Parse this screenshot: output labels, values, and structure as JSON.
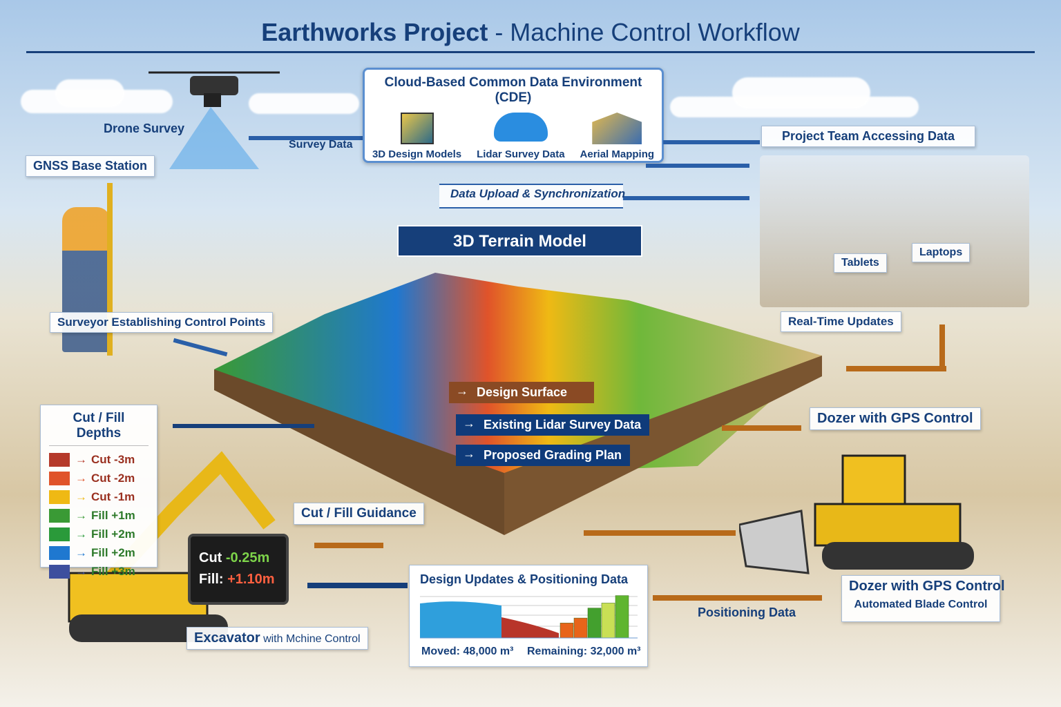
{
  "title": {
    "bold": "Earthworks Project",
    "rest": " - Machine Control Workflow"
  },
  "cde": {
    "title": "Cloud-Based Common Data Environment (CDE)",
    "items": [
      {
        "label": "3D Design Models",
        "icon": "cube-icon"
      },
      {
        "label": "Lidar Survey Data",
        "icon": "cloud-icon"
      },
      {
        "label": "Aerial Mapping",
        "icon": "map-icon"
      }
    ]
  },
  "labels": {
    "drone": "Drone Survey",
    "survey_data": "Survey Data",
    "gnss": "GNSS Base Station",
    "upload": "Data Upload & Synchronization",
    "terrain": "3D Terrain Model",
    "team": "Project Team Accessing Data",
    "tablets": "Tablets",
    "laptops": "Laptops",
    "realtime": "Real-Time Updates",
    "surveyor": "Surveyor Establishing Control Points",
    "guidance": "Cut / Fill Guidance",
    "positioning": "Positioning Data",
    "dozer_top": "Dozer with GPS Control",
    "dozer_bottom": "Dozer with GPS Control",
    "blade": "Automated Blade Control",
    "excavator_bold": "Excavator",
    "excavator_rest": " with Mchine Control"
  },
  "terrain_tags": [
    "Design Surface",
    "Existing Lidar Survey Data",
    "Proposed Grading Plan"
  ],
  "legend": {
    "title": "Cut / Fill Depths",
    "items": [
      {
        "label": "Cut -3m",
        "color": "#b5392a"
      },
      {
        "label": "Cut -2m",
        "color": "#e0532a"
      },
      {
        "label": "Cut -1m",
        "color": "#efb914"
      },
      {
        "label": "Fill +1m",
        "color": "#3a9a35"
      },
      {
        "label": "Fill +2m",
        "color": "#2a9a3a"
      },
      {
        "label": "Fill +2m",
        "color": "#1f78d0"
      },
      {
        "label": "Fill +3m",
        "color": "#3d4f9e"
      }
    ]
  },
  "screen": {
    "cut_label": "Cut",
    "cut_value": "-0.25m",
    "fill_label": "Fill:",
    "fill_value": "+1.10m"
  },
  "chart_data": {
    "type": "bar",
    "title": "Design Updates & Positioning Data",
    "footer_moved": "Moved: 48,000 m³",
    "footer_remaining": "Remaining: 32,000 m³",
    "bars": [
      {
        "value": 3,
        "color": "#e8641a"
      },
      {
        "value": 4,
        "color": "#e8641a"
      },
      {
        "value": 6,
        "color": "#43a02e"
      },
      {
        "value": 7,
        "color": "#c9df55"
      },
      {
        "value": 8.5,
        "color": "#5fb52f"
      }
    ],
    "area_colors": [
      "#2f9fdc",
      "#b8352a"
    ]
  }
}
